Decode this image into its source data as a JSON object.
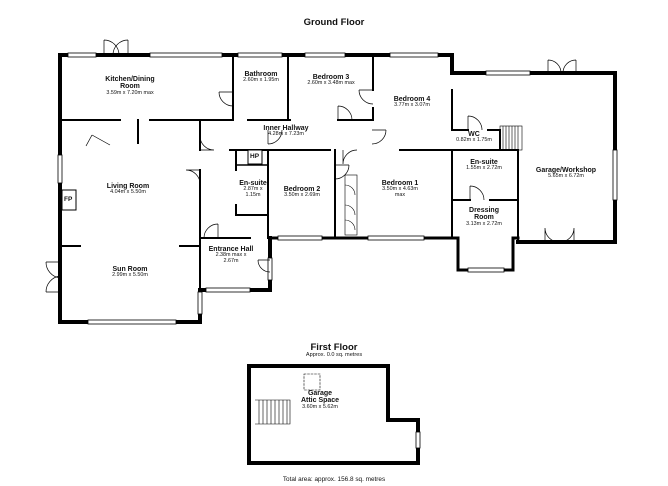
{
  "ground_floor_title": "Ground Floor",
  "first_floor_title": "First Floor",
  "first_floor_area": "Approx. 0.0 sq. metres",
  "total_area": "Total area: approx. 156.8 sq. metres",
  "rooms": {
    "kitchen": {
      "name": "Kitchen/Dining Room",
      "dims": "3.59m x 7.20m max"
    },
    "bathroom": {
      "name": "Bathroom",
      "dims": "2.60m x 1.95m"
    },
    "bedroom3": {
      "name": "Bedroom 3",
      "dims": "2.60m x 3.48m max"
    },
    "bedroom4": {
      "name": "Bedroom 4",
      "dims": "3.77m x 3.07m"
    },
    "inner_hallway": {
      "name": "Inner Hallway",
      "dims": "4.28m x 7.23m"
    },
    "wc": {
      "name": "WC",
      "dims": "0.82m x 1.75m"
    },
    "living": {
      "name": "Living Room",
      "dims": "4.04m x 5.50m"
    },
    "ensuite_small": {
      "name": "En-suite",
      "dims": "2.87m x 1.15m"
    },
    "bedroom2": {
      "name": "Bedroom 2",
      "dims": "3.50m x 2.69m"
    },
    "bedroom1": {
      "name": "Bedroom 1",
      "dims": "3.50m x 4.63m max"
    },
    "ensuite_large": {
      "name": "En-suite",
      "dims": "1.55m x 2.72m"
    },
    "garage": {
      "name": "Garage/Workshop",
      "dims": "5.65m x 6.72m"
    },
    "dressing": {
      "name": "Dressing Room",
      "dims": "3.13m x 2.72m"
    },
    "entrance": {
      "name": "Entrance Hall",
      "dims": "2.38m max x 2.67m"
    },
    "sun": {
      "name": "Sun Room",
      "dims": "2.99m x 5.50m"
    },
    "attic": {
      "name": "Garage Attic Space",
      "dims": "3.60m x 5.62m"
    }
  },
  "tags": {
    "fireplace": "FP",
    "heat_pump": "HP"
  }
}
